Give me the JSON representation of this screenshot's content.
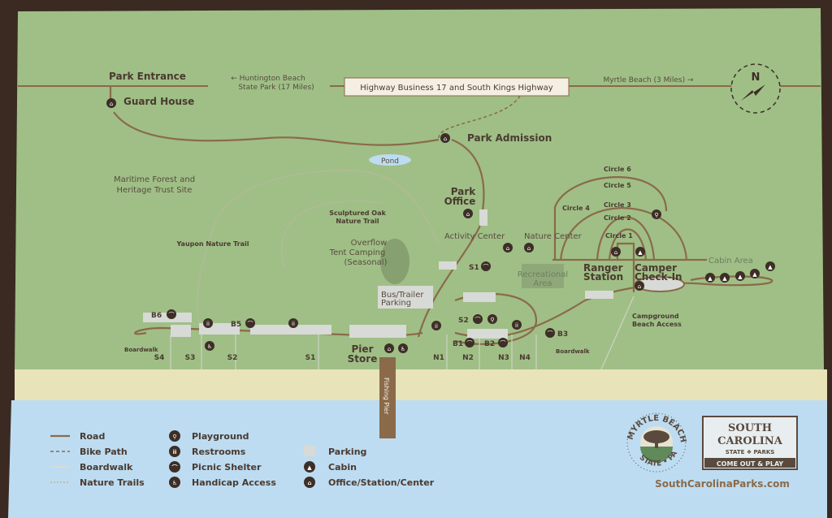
{
  "highway": {
    "sign": "Highway Business 17 and South Kings Highway",
    "left_dest_1": "← Huntington Beach",
    "left_dest_2": "State Park (17 Miles)",
    "right_dest": "Myrtle Beach (3 Miles) →",
    "compass": "N"
  },
  "places": {
    "park_entrance": "Park Entrance",
    "guard_house": "Guard House",
    "park_admission": "Park Admission",
    "pond": "Pond",
    "maritime_1": "Maritime Forest and",
    "maritime_2": "Heritage Trust Site",
    "park_office_1": "Park",
    "park_office_2": "Office",
    "sculptured_1": "Sculptured Oak",
    "sculptured_2": "Nature Trail",
    "yaupon": "Yaupon Nature Trail",
    "overflow_1": "Overflow",
    "overflow_2": "Tent Camping",
    "overflow_3": "(Seasonal)",
    "activity_center": "Activity Center",
    "nature_center": "Nature Center",
    "recreational_1": "Recreational",
    "recreational_2": "Area",
    "bus_1": "Bus/Trailer",
    "bus_2": "Parking",
    "ranger_1": "Ranger",
    "ranger_2": "Station",
    "camper_1": "Camper",
    "camper_2": "Check-In",
    "cabin_area": "Cabin Area",
    "campground_1": "Campground",
    "campground_2": "Beach Access",
    "pier_1": "Pier",
    "pier_2": "Store",
    "fishing_pier": "Fishing Pier",
    "boardwalk": "Boardwalk"
  },
  "circles": [
    "Circle 6",
    "Circle 5",
    "Circle 4",
    "Circle 3",
    "Circle 2",
    "Circle 1"
  ],
  "shelters": {
    "b6": "B6",
    "b5": "B5",
    "s1": "S1",
    "s2": "S2",
    "b1": "B1",
    "b2": "B2",
    "b3": "B3"
  },
  "beach_access": [
    "S4",
    "S3",
    "S2",
    "S1",
    "N1",
    "N2",
    "N3",
    "N4"
  ],
  "legend": {
    "road": "Road",
    "bike_path": "Bike Path",
    "boardwalk": "Boardwalk",
    "nature_trails": "Nature Trails",
    "playground": "Playground",
    "restrooms": "Restrooms",
    "picnic_shelter": "Picnic Shelter",
    "handicap": "Handicap Access",
    "parking": "Parking",
    "cabin": "Cabin",
    "office": "Office/Station/Center"
  },
  "branding": {
    "seal_text": "MYRTLE BEACH STATE PARK",
    "sc_1": "SOUTH",
    "sc_2": "CAROLINA",
    "sc_3": "STATE ❖ PARKS",
    "sc_4": "COME OUT & PLAY",
    "website": "SouthCarolinaParks.com"
  },
  "colors": {
    "land": "#9fbf86",
    "sand": "#e9e3b9",
    "water": "#bddcf1",
    "road": "#8b6a4a",
    "frame": "#3a2a22"
  }
}
